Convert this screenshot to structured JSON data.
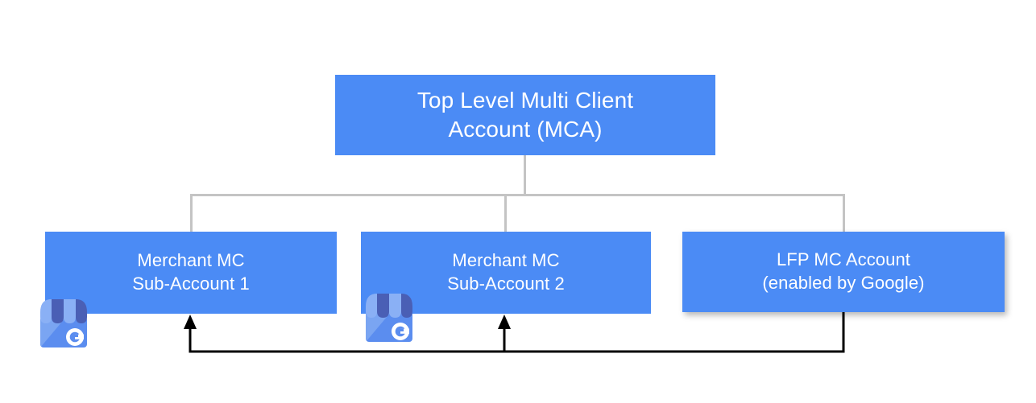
{
  "diagram": {
    "title": "Google Merchant Center account hierarchy",
    "colors": {
      "node_blue": "#4b8bf5",
      "node_text": "#ffffff",
      "tree_connector_gray": "#c4c4c4",
      "flow_arrow_black": "#000000",
      "background": "#ffffff",
      "gmb_awning_light": "#8ab0f5",
      "gmb_awning_dark": "#4a5fb5",
      "gmb_body_blue": "#5b8def",
      "gmb_shadow_blue": "#7aa5f2",
      "gmb_glyph": "#ffffff"
    },
    "nodes": [
      {
        "id": "mca",
        "name": "top-level-mca",
        "lines": [
          "Top Level Multi Client",
          "Account (MCA)"
        ]
      },
      {
        "id": "sub1",
        "name": "merchant-mc-sub-account-1",
        "lines": [
          "Merchant MC",
          "Sub-Account 1"
        ],
        "icon": "google-my-business-icon"
      },
      {
        "id": "sub2",
        "name": "merchant-mc-sub-account-2",
        "lines": [
          "Merchant MC",
          "Sub-Account 2"
        ],
        "icon": "google-my-business-icon"
      },
      {
        "id": "lfp",
        "name": "lfp-mc-account",
        "lines": [
          "LFP MC Account",
          "(enabled by Google)"
        ]
      }
    ],
    "connectors": {
      "tree": [
        {
          "name": "mca-to-bus-stem",
          "from": "mca",
          "to": "bus"
        },
        {
          "name": "bus-to-sub1",
          "from": "bus",
          "to": "sub1"
        },
        {
          "name": "bus-to-sub2",
          "from": "bus",
          "to": "sub2"
        },
        {
          "name": "bus-to-lfp",
          "from": "bus",
          "to": "lfp"
        }
      ],
      "flow": [
        {
          "name": "lfp-to-sub1-arrow",
          "from": "lfp",
          "to": "sub1",
          "arrowhead": "up"
        },
        {
          "name": "lfp-to-sub2-arrow",
          "from": "lfp",
          "to": "sub2",
          "arrowhead": "up"
        }
      ]
    },
    "icons": {
      "gmb_label": "Google My Business",
      "gmb_glyph": "G"
    }
  }
}
